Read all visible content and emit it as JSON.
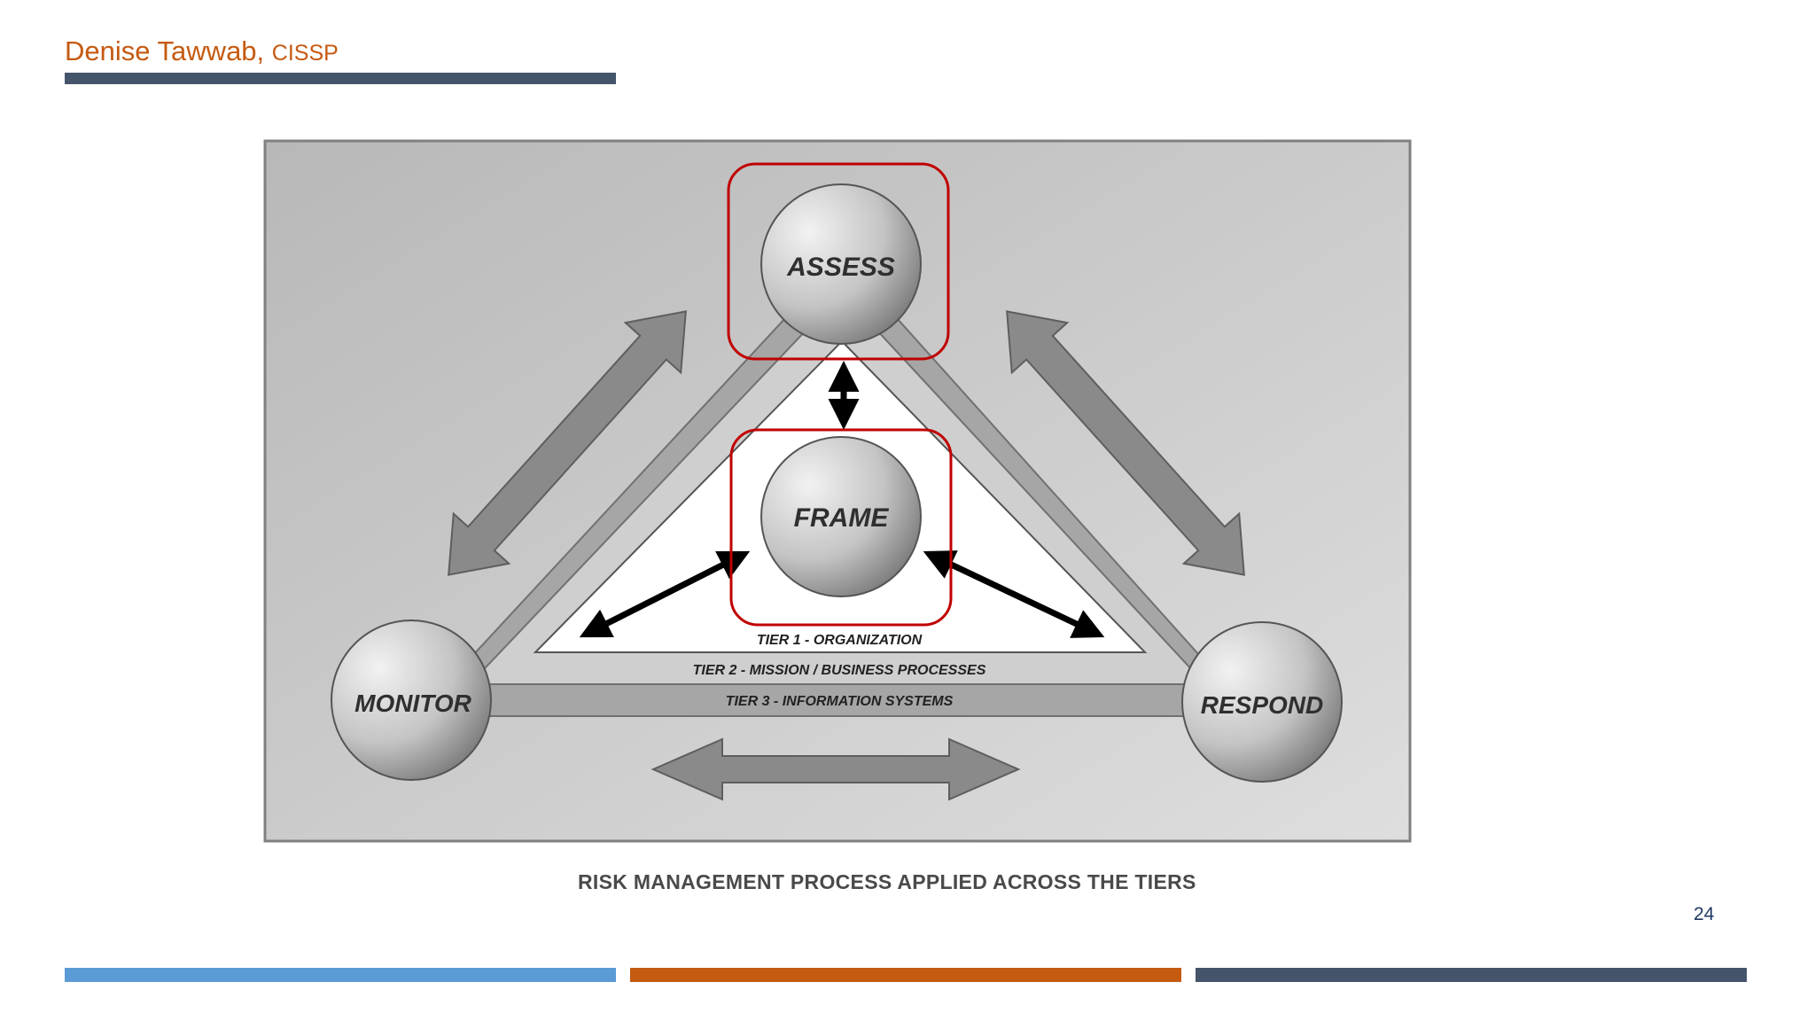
{
  "header": {
    "author": "Denise Tawwab,",
    "credential": "CISSP"
  },
  "diagram": {
    "nodes": {
      "assess": "ASSESS",
      "frame": "FRAME",
      "monitor": "MONITOR",
      "respond": "RESPOND"
    },
    "tiers": [
      "TIER 1 - ORGANIZATION",
      "TIER 2 - MISSION / BUSINESS PROCESSES",
      "TIER 3 - INFORMATION SYSTEMS"
    ]
  },
  "caption": "RISK MANAGEMENT PROCESS APPLIED ACROSS THE TIERS",
  "footer": {
    "page_number": "24"
  },
  "colors": {
    "author": "#c55a11",
    "bar_navy": "#44546a",
    "bar_blue": "#5b9bd5",
    "bar_orange": "#c55a11",
    "highlight": "#c00000",
    "page_number": "#1f3864"
  }
}
